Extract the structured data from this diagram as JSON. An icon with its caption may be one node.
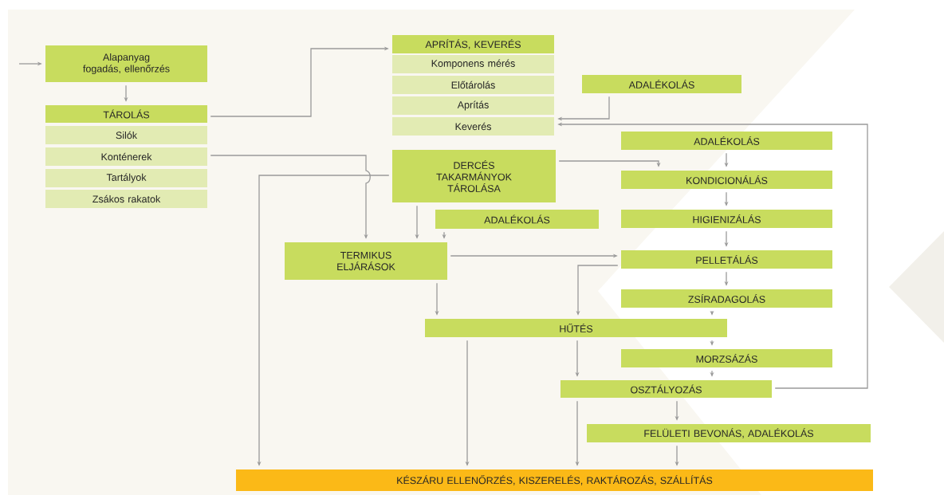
{
  "diagram": {
    "nodes": [
      {
        "text": [
          "Alapanyag fogadás, ellenőrzés"
        ]
      },
      {
        "text": [
          "TÁROLÁS"
        ]
      },
      {
        "text": [
          "Silók"
        ]
      },
      {
        "text": [
          "Konténerek"
        ]
      },
      {
        "text": [
          "Tartályok"
        ]
      },
      {
        "text": [
          "Zsákos rakatok"
        ]
      },
      {
        "text": [
          "APRÍTÁS, KEVERÉS"
        ]
      },
      {
        "text": [
          "Komponens mérés"
        ]
      },
      {
        "text": [
          "Előtárolás"
        ]
      },
      {
        "text": [
          "Aprítás"
        ]
      },
      {
        "text": [
          "Keverés"
        ]
      },
      {
        "text": [
          "ADALÉKOLÁS"
        ]
      },
      {
        "text": [
          "DERCÉS TAKARMÁNYOK TÁROLÁSA"
        ]
      },
      {
        "text": [
          "ADALÉKOLÁS"
        ]
      },
      {
        "text": [
          "KONDICIONÁLÁS"
        ]
      },
      {
        "text": [
          "HIGIENIZÁLÁS"
        ]
      },
      {
        "text": [
          "ADALÉKOLÁS"
        ]
      },
      {
        "text": [
          "TERMIKUS ELJÁRÁSOK"
        ]
      },
      {
        "text": [
          "PELLETÁLÁS"
        ]
      },
      {
        "text": [
          "ZSÍRADAGOLÁS"
        ]
      },
      {
        "text": [
          "HŰTÉS"
        ]
      },
      {
        "text": [
          "MORZSÁZÁS"
        ]
      },
      {
        "text": [
          "OSZTÁLYOZÁS"
        ]
      },
      {
        "text": [
          "FELÜLETI BEVONÁS, ADALÉKOLÁS"
        ]
      },
      {
        "text": [
          "KÉSZÁRU ELLENŐRZÉS, KISZERELÉS, RAKTÁROZÁS, SZÁLLÍTÁS"
        ]
      }
    ],
    "edges": [
      {
        "from": null,
        "to": 0,
        "arrow": "to"
      },
      {
        "from": 0,
        "to": 1,
        "arrow": "to"
      },
      {
        "from": 1,
        "to": 6,
        "arrow": "to"
      },
      {
        "from": 3,
        "to": 17,
        "arrow": "to"
      },
      {
        "from": 12,
        "to": 24,
        "arrow": "to"
      },
      {
        "from": 11,
        "to": 10,
        "arrow": "to"
      },
      {
        "from": 22,
        "to": 10,
        "arrow": "to"
      },
      {
        "from": 12,
        "to": 14,
        "arrow": "to"
      },
      {
        "from": 13,
        "to": 14,
        "arrow": "to"
      },
      {
        "from": 14,
        "to": 15,
        "arrow": "to"
      },
      {
        "from": 15,
        "to": 18,
        "arrow": "to"
      },
      {
        "from": 12,
        "to": 17,
        "arrow": "to"
      },
      {
        "from": 16,
        "to": 17,
        "arrow": "to"
      },
      {
        "from": 17,
        "to": 18,
        "arrow": "to"
      },
      {
        "from": 18,
        "to": 20,
        "arrow": "to"
      },
      {
        "from": 18,
        "to": 19,
        "arrow": "to"
      },
      {
        "from": 19,
        "to": 20,
        "arrow": "to"
      },
      {
        "from": 20,
        "to": 21,
        "arrow": "to"
      },
      {
        "from": 21,
        "to": 22,
        "arrow": "to"
      },
      {
        "from": 17,
        "to": 20,
        "arrow": "to"
      },
      {
        "from": 20,
        "to": 24,
        "arrow": "to"
      },
      {
        "from": 20,
        "to": 22,
        "arrow": "to"
      },
      {
        "from": 22,
        "to": 24,
        "arrow": "to"
      },
      {
        "from": 22,
        "to": 23,
        "arrow": "to"
      },
      {
        "from": 23,
        "to": 24,
        "arrow": "to"
      }
    ]
  }
}
